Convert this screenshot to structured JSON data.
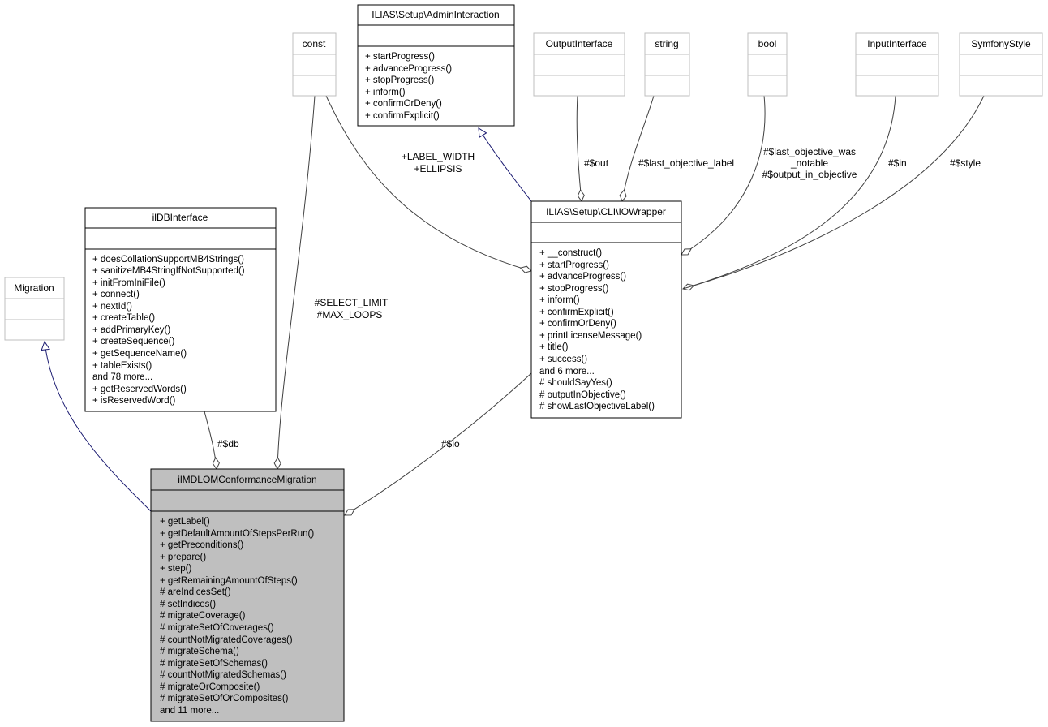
{
  "classes": {
    "admin_interaction": {
      "name": "ILIAS\\Setup\\AdminInteraction",
      "methods": [
        "+ startProgress()",
        "+ advanceProgress()",
        "+ stopProgress()",
        "+ inform()",
        "+ confirmOrDeny()",
        "+ confirmExplicit()"
      ]
    },
    "const": {
      "name": "const"
    },
    "output_interface": {
      "name": "OutputInterface"
    },
    "string": {
      "name": "string"
    },
    "bool": {
      "name": "bool"
    },
    "input_interface": {
      "name": "InputInterface"
    },
    "symfony_style": {
      "name": "SymfonyStyle"
    },
    "ildb_interface": {
      "name": "ilDBInterface",
      "methods": [
        "+ doesCollationSupportMB4Strings()",
        "+ sanitizeMB4StringIfNotSupported()",
        "+ initFromIniFile()",
        "+ connect()",
        "+ nextId()",
        "+ createTable()",
        "+ addPrimaryKey()",
        "+ createSequence()",
        "+ getSequenceName()",
        "+ tableExists()",
        "and 78 more...",
        "+ getReservedWords()",
        "+ isReservedWord()"
      ]
    },
    "migration": {
      "name": "Migration"
    },
    "io_wrapper": {
      "name": "ILIAS\\Setup\\CLI\\IOWrapper",
      "methods": [
        "+ __construct()",
        "+ startProgress()",
        "+ advanceProgress()",
        "+ stopProgress()",
        "+ inform()",
        "+ confirmExplicit()",
        "+ confirmOrDeny()",
        "+ printLicenseMessage()",
        "+ title()",
        "+ success()",
        "and 6 more...",
        "# shouldSayYes()",
        "# outputInObjective()",
        "# showLastObjectiveLabel()"
      ]
    },
    "main": {
      "name": "ilMDLOMConformanceMigration",
      "methods": [
        "+ getLabel()",
        "+ getDefaultAmountOfStepsPerRun()",
        "+ getPreconditions()",
        "+ prepare()",
        "+ step()",
        "+ getRemainingAmountOfSteps()",
        "# areIndicesSet()",
        "# setIndices()",
        "# migrateCoverage()",
        "# migrateSetOfCoverages()",
        "# countNotMigratedCoverages()",
        "# migrateSchema()",
        "# migrateSetOfSchemas()",
        "# countNotMigratedSchemas()",
        "# migrateOrComposite()",
        "# migrateSetOfOrComposites()",
        "and 11 more..."
      ]
    }
  },
  "edge_labels": {
    "const_io": [
      "+LABEL_WIDTH",
      "+ELLIPSIS"
    ],
    "out": "#$out",
    "last_objective_label": "#$last_objective_label",
    "bool_io": [
      "#$last_objective_was",
      "_notable",
      "#$output_in_objective"
    ],
    "in": "#$in",
    "style": "#$style",
    "const_main": [
      "#SELECT_LIMIT",
      "#MAX_LOOPS"
    ],
    "db": "#$db",
    "io": "#$io"
  },
  "colors": {
    "main_fill": "#bfbfbf",
    "generalization": "#191970",
    "association": "#404040",
    "external_border": "#bfbfbf"
  }
}
